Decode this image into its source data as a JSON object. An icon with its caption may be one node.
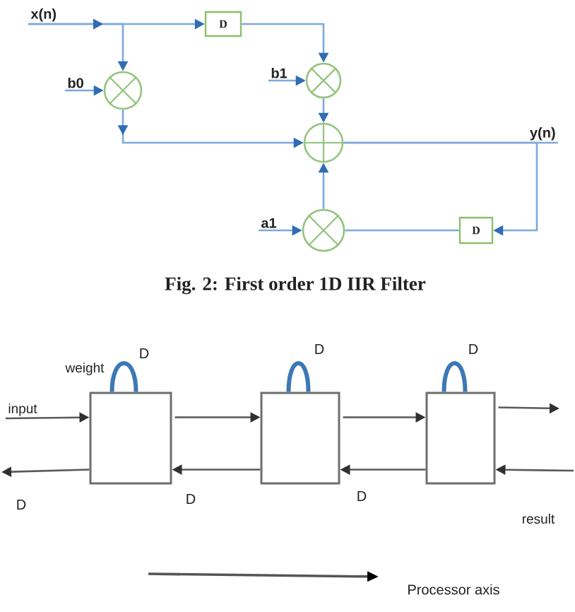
{
  "diagram": {
    "caption": "Fig. 2: First order 1D IIR Filter",
    "nodes": [
      {
        "text": [
          "x(n)"
        ]
      },
      {
        "text": [
          "D"
        ]
      },
      {
        "text": [
          "b0"
        ]
      },
      {
        "text": [],
        "shape": "circle"
      },
      {
        "text": [
          "b1"
        ]
      },
      {
        "text": [],
        "shape": "circle"
      },
      {
        "text": [],
        "shape": "circle"
      },
      {
        "text": [
          "y(n)"
        ]
      },
      {
        "text": [
          "a1"
        ]
      },
      {
        "text": [],
        "shape": "circle"
      },
      {
        "text": [
          "D"
        ]
      },
      {
        "text": [
          "input"
        ]
      },
      {
        "text": [],
        "shape": "box"
      },
      {
        "text": [],
        "shape": "box"
      },
      {
        "text": [],
        "shape": "box"
      }
    ],
    "edges": [
      {
        "from": 0,
        "to": 1,
        "arrow": "to"
      },
      {
        "from": 0,
        "to": 3,
        "arrow": "to"
      },
      {
        "from": 1,
        "to": 5,
        "arrow": "to"
      },
      {
        "from": 2,
        "to": 3,
        "arrow": "to"
      },
      {
        "from": 4,
        "to": 5,
        "arrow": "to"
      },
      {
        "from": 3,
        "to": 6,
        "arrow": "to"
      },
      {
        "from": 5,
        "to": 6,
        "arrow": "to"
      },
      {
        "from": 6,
        "to": 7,
        "arrow": "none"
      },
      {
        "from": 6,
        "to": 10,
        "arrow": "to"
      },
      {
        "from": 8,
        "to": 9,
        "arrow": "to"
      },
      {
        "from": 10,
        "to": 9,
        "arrow": "none"
      },
      {
        "from": 9,
        "to": 6,
        "arrow": "to"
      },
      {
        "from": 11,
        "to": 12,
        "arrow": "to",
        "color": "#595959"
      },
      {
        "from": 12,
        "to": 13,
        "arrow": "to",
        "color": "#595959"
      },
      {
        "from": 13,
        "to": 14,
        "arrow": "to",
        "color": "#595959"
      },
      {
        "from": 14,
        "to": null,
        "arrow": "to",
        "color": "#595959"
      },
      {
        "from": null,
        "to": 14,
        "arrow": "to",
        "color": "#595959"
      },
      {
        "from": 14,
        "to": 13,
        "arrow": "to",
        "color": "#595959"
      },
      {
        "from": 13,
        "to": 12,
        "arrow": "to",
        "color": "#595959"
      },
      {
        "from": 12,
        "to": null,
        "arrow": "to",
        "color": "#595959"
      },
      {
        "from": 12,
        "to": 12,
        "arrow": "none",
        "style": "thick",
        "color": "#3c78b4"
      },
      {
        "from": 13,
        "to": 13,
        "arrow": "none",
        "style": "thick",
        "color": "#3c78b4"
      },
      {
        "from": 14,
        "to": 14,
        "arrow": "none",
        "style": "thick",
        "color": "#3c78b4"
      }
    ],
    "labels": [
      "D",
      "D",
      "D",
      "weight",
      "D",
      "D",
      "D",
      "result",
      "Processor axis"
    ]
  }
}
